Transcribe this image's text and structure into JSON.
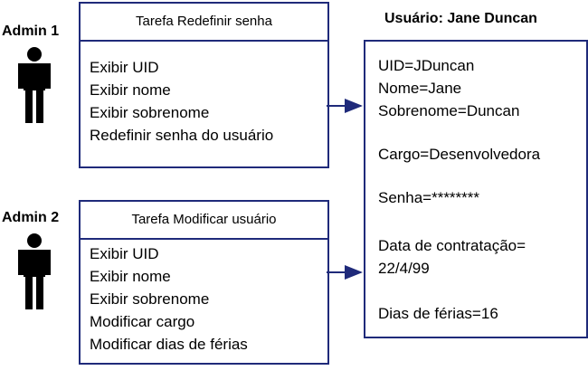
{
  "admins": [
    {
      "label": "Admin 1"
    },
    {
      "label": "Admin 2"
    }
  ],
  "tasks": [
    {
      "title": "Tarefa Redefinir senha",
      "items": [
        "Exibir UID",
        "Exibir nome",
        "Exibir sobrenome",
        "Redefinir senha do usuário"
      ]
    },
    {
      "title": "Tarefa Modificar usuário",
      "items": [
        "Exibir UID",
        "Exibir nome",
        "Exibir sobrenome",
        "Modificar cargo",
        "Modificar dias de férias"
      ]
    }
  ],
  "user": {
    "title": "Usuário: Jane Duncan",
    "fields": [
      "UID=JDuncan",
      "Nome=Jane",
      "Sobrenome=Duncan",
      "Cargo=Desenvolvedora",
      "Senha=********",
      "Data de contratação=",
      "22/4/99",
      "Dias de férias=16"
    ]
  },
  "colors": {
    "box_border": "#1f2a7a",
    "arrow": "#1f2a7a",
    "person": "#000000"
  }
}
